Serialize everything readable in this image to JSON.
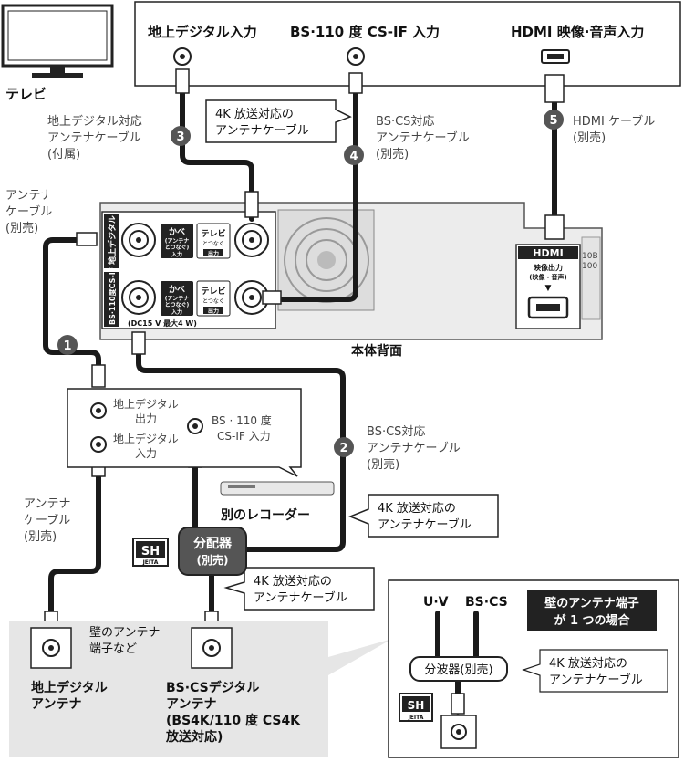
{
  "tv": {
    "label": "テレビ",
    "input_terrestrial": "地上デジタル入力",
    "input_bs": "BS·110 度 CS-IF 入力",
    "input_hdmi": "HDMI 映像·音声入力"
  },
  "cables": {
    "c1": {
      "num": "1"
    },
    "c2": {
      "num": "2",
      "label1": "BS·CS対応",
      "label2": "アンテナケーブル",
      "label3": "(別売)"
    },
    "c3": {
      "num": "3",
      "label1": "地上デジタル対応",
      "label2": "アンテナケーブル",
      "label3": "(付属)"
    },
    "c4": {
      "num": "4",
      "label1": "BS·CS対応",
      "label2": "アンテナケーブル",
      "label3": "(別売)"
    },
    "c5": {
      "num": "5",
      "label1": "HDMI ケーブル",
      "label2": "(別売)"
    },
    "antenna_cable_left": {
      "label1": "アンテナ",
      "label2": "ケーブル",
      "label3": "(別売)"
    },
    "antenna_cable_low": {
      "label1": "アンテナ",
      "label2": "ケーブル",
      "label3": "(別売)"
    }
  },
  "callouts": {
    "k4_top": {
      "line1": "4K 放送対応の",
      "line2": "アンテナケーブル"
    },
    "k4_mid": {
      "line1": "4K 放送対応の",
      "line2": "アンテナケーブル"
    },
    "k4_low": {
      "line1": "4K 放送対応の",
      "line2": "アンテナケーブル"
    },
    "k4_inset": {
      "line1": "4K 放送対応の",
      "line2": "アンテナケーブル"
    }
  },
  "unit": {
    "back_label": "本体背面",
    "terr_side": "地上デジタル",
    "bs_side": "BS·110度CS-IF",
    "wall1": "かべ",
    "wall2": "(アンテナ",
    "wall3": "とつなぐ)",
    "in_tag": "入力",
    "tv1": "テレビ",
    "tv2": "とつなぐ",
    "out_tag": "出力",
    "dc_note": "(DC15 V 最大4 W)",
    "hdmi_logo": "HDMI",
    "hdmi_out1": "映像出力",
    "hdmi_out2": "(映像・音声)",
    "arrow": "▼",
    "side_num1": "10B",
    "side_num2": "100"
  },
  "recorder": {
    "label": "別のレコーダー",
    "terr_out1": "地上デジタル",
    "terr_out2": "出力",
    "terr_in1": "地上デジタル",
    "terr_in2": "入力",
    "bs_in1": "BS · 110 度",
    "bs_in2": "CS-IF 入力"
  },
  "splitter": {
    "line1": "分配器",
    "line2": "(別売)",
    "sh_mark": "SH",
    "sh_sub": "JEITA"
  },
  "wall": {
    "note1": "壁のアンテナ",
    "note2": "端子など",
    "terr_antenna1": "地上デジタル",
    "terr_antenna2": "アンテナ",
    "bs_antenna1": "BS·CSデジタル",
    "bs_antenna2": "アンテナ",
    "bs_antenna3": "(BS4K/110 度 CS4K",
    "bs_antenna4": "放送対応)"
  },
  "inset": {
    "title1": "壁のアンテナ端子",
    "title2": "が 1 つの場合",
    "uv": "U·V",
    "bscs": "BS·CS",
    "separator": "分波器(別売)",
    "sh_mark": "SH",
    "sh_sub": "JEITA"
  }
}
